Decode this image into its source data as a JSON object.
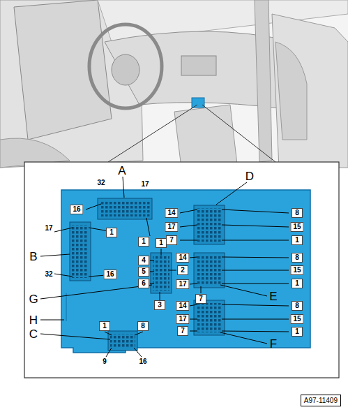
{
  "diagram": {
    "nodes": [
      {
        "text": [
          "A97-11409"
        ]
      }
    ],
    "labels": [
      "A",
      "32",
      "17",
      "D",
      "16",
      "14",
      "8",
      "17",
      "1",
      "17",
      "15",
      "7",
      "1",
      "1",
      "1",
      "B",
      "4",
      "14",
      "8",
      "5",
      "2",
      "15",
      "32",
      "16",
      "6",
      "17",
      "1",
      "G",
      "E",
      "7",
      "3",
      "14",
      "8",
      "H",
      "17",
      "15",
      "1",
      "8",
      "7",
      "1",
      "C",
      "F",
      "9",
      "16"
    ]
  }
}
